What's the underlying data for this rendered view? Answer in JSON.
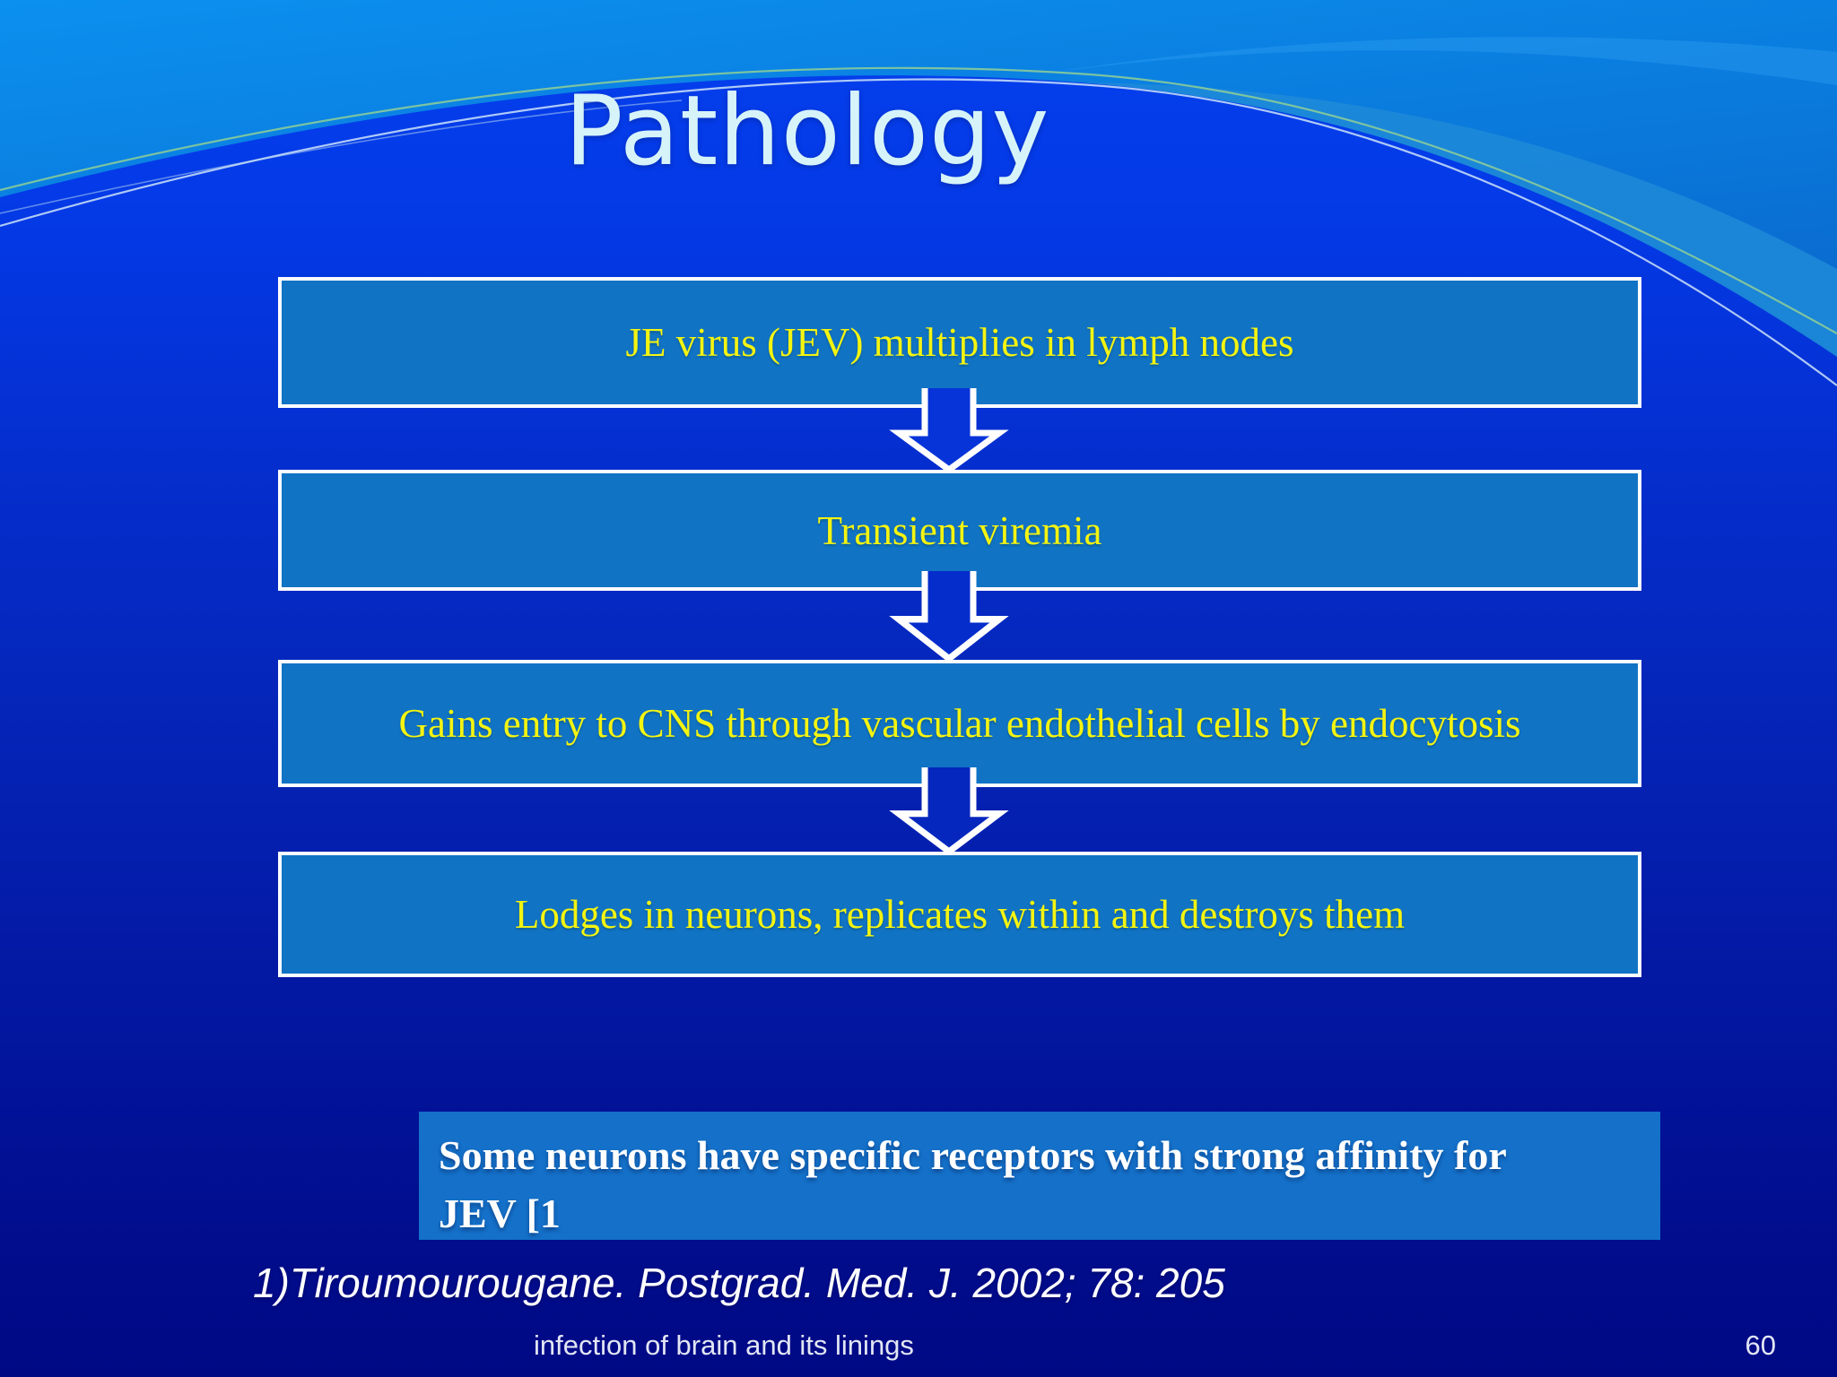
{
  "slide": {
    "title": "Pathology",
    "flowchart": {
      "steps": [
        {
          "text": "JE virus (JEV) multiplies in lymph nodes"
        },
        {
          "text": "Transient viremia"
        },
        {
          "text": "Gains entry to CNS through vascular endothelial cells by endocytosis"
        },
        {
          "text": "Lodges in neurons, replicates within and destroys them"
        }
      ],
      "connector": "down-block-arrow"
    },
    "note": {
      "text": "Some neurons have specific receptors with strong affinity for JEV [1"
    },
    "citation": "1)Tiroumourougane. Postgrad. Med. J. 2002; 78: 205",
    "footer": {
      "text": "infection of brain and its linings",
      "page": "60"
    },
    "colors": {
      "background_top": "#0540ee",
      "background_bottom": "#000984",
      "header_band": "#0b90ef",
      "box_fill": "#1173c4",
      "box_border": "#ffffff",
      "box_text": "#f4f411",
      "note_fill": "#1470c8",
      "note_text": "#ffffff",
      "title_text": "#d6f3fa",
      "footer_text": "#e2e6f4",
      "accent_line_green": "#8fcf96",
      "accent_line_white": "#d9edfb"
    }
  }
}
